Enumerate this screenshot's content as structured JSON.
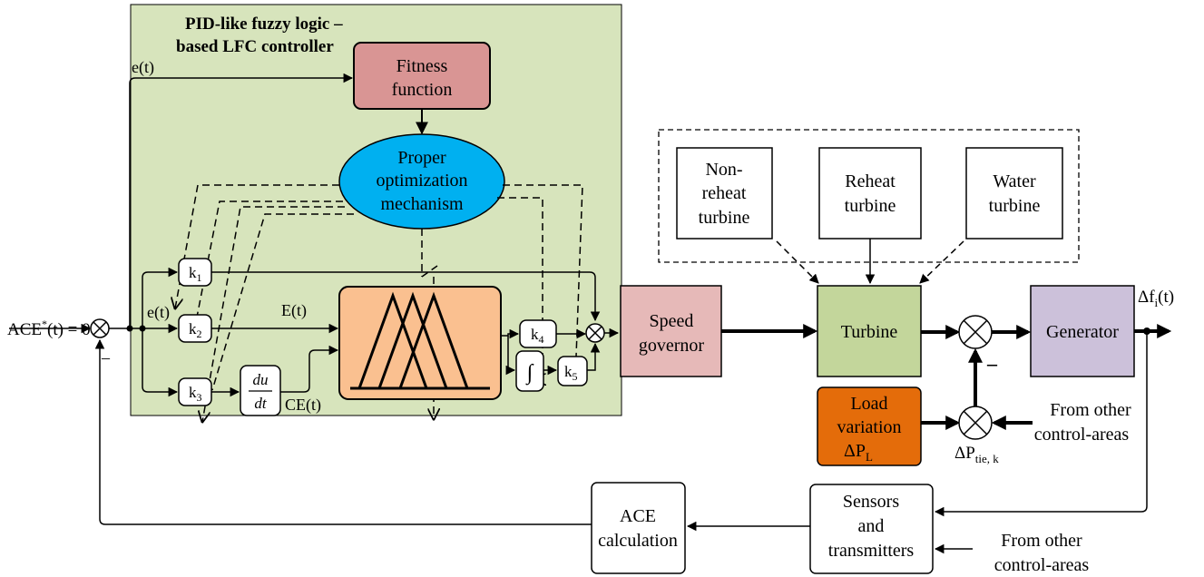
{
  "controller": {
    "title_line1": "PID-like fuzzy logic –",
    "title_line2": "based LFC controller",
    "fitness_line1": "Fitness",
    "fitness_line2": "function",
    "optim_line1": "Proper",
    "optim_line2": "optimization",
    "optim_line3": "mechanism",
    "signal_e_top": "e(t)",
    "signal_e_left": "e(t)",
    "signal_E": "E(t)",
    "signal_CE": "CE(t)",
    "gain_k": "k",
    "k1_sub": "1",
    "k2_sub": "2",
    "k3_sub": "3",
    "k4_sub": "4",
    "k5_sub": "5",
    "deriv_num": "du",
    "deriv_den": "dt",
    "integrator_symbol": "∫"
  },
  "input": {
    "ace": "ACE",
    "ace_sup": "*",
    "ace_rest": "(t) = 0",
    "minus": "–"
  },
  "turbines": {
    "nonreheat_line1": "Non-",
    "nonreheat_line2": "reheat",
    "nonreheat_line3": "turbine",
    "reheat_line1": "Reheat",
    "reheat_line2": "turbine",
    "water_line1": "Water",
    "water_line2": "turbine"
  },
  "plant": {
    "speed_line1": "Speed",
    "speed_line2": "governor",
    "turbine": "Turbine",
    "generator": "Generator",
    "load_line1": "Load",
    "load_line2": "variation",
    "load_dp": "ΔP",
    "load_sub": "L",
    "output_df": "Δf",
    "output_sub": "i",
    "output_rest": "(t)",
    "tie_dp": "ΔP",
    "tie_sub": "tie, k",
    "minus": "–",
    "from_other1_line1": "From other",
    "from_other1_line2": "control-areas"
  },
  "feedback": {
    "sensors_line1": "Sensors",
    "sensors_line2": "and",
    "sensors_line3": "transmitters",
    "ace_line1": "ACE",
    "ace_line2": "calculation",
    "from_other2_line1": "From other",
    "from_other2_line2": "control-areas"
  },
  "colors": {
    "controller_bg": "#d7e4bc",
    "fitness": "#d99594",
    "optimizer": "#00b0f0",
    "fuzzy": "#fac090",
    "speed_governor": "#e6b9b8",
    "turbine": "#c3d69b",
    "generator": "#ccc1da",
    "load": "#e46c0a"
  }
}
